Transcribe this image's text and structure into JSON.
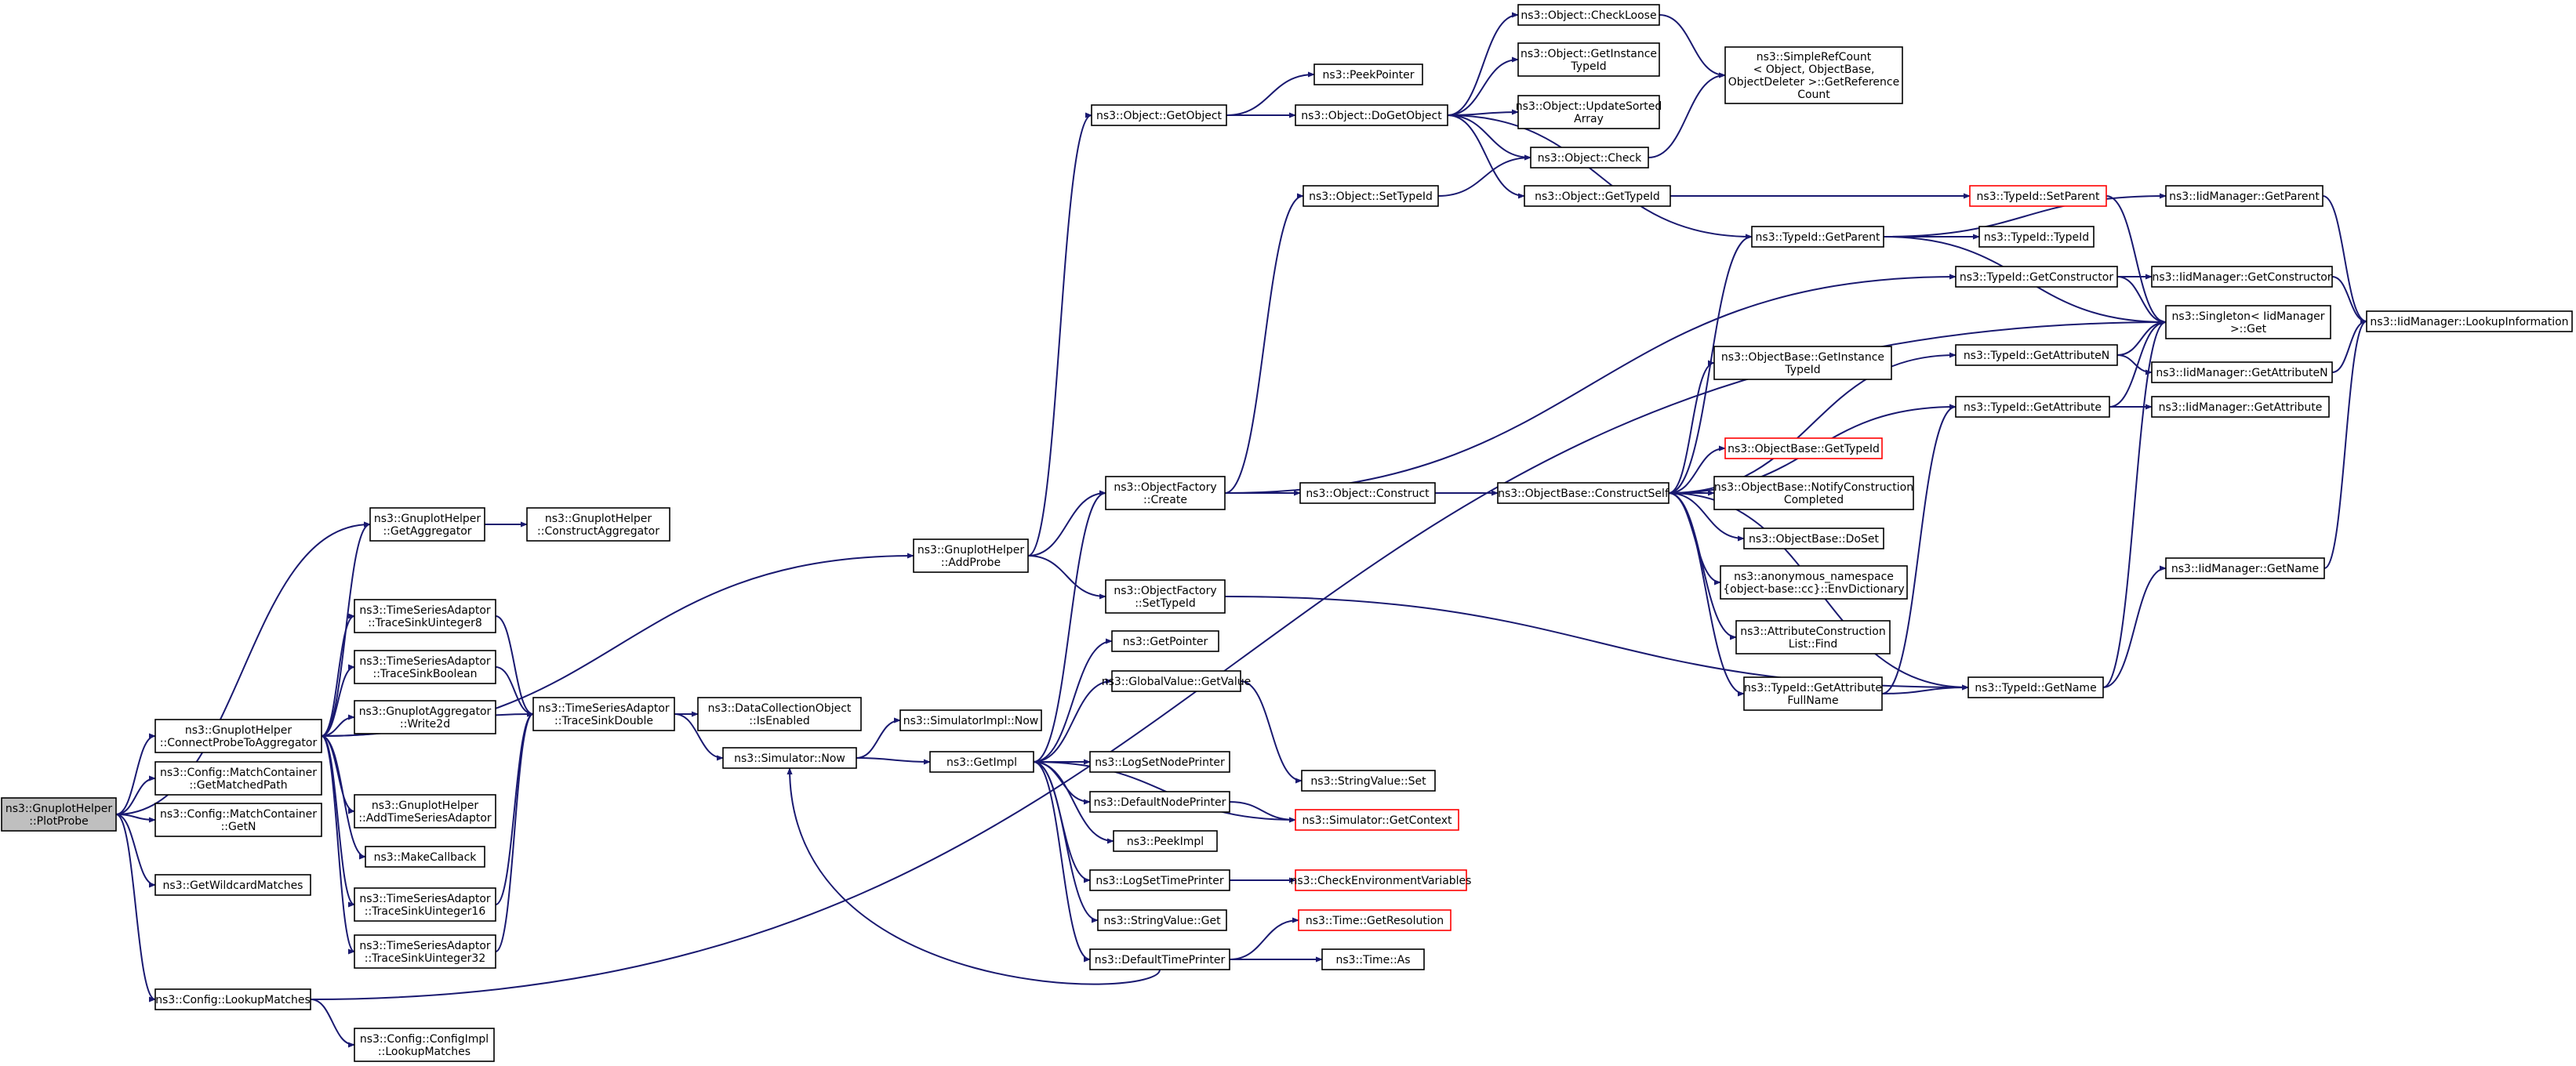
{
  "colors": {
    "edge": "#191970",
    "box_border": "#000000",
    "red_border": "#ff0000",
    "root_fill": "#bfbfbf",
    "background": "#ffffff"
  },
  "nodes": [
    {
      "id": "plotprobe",
      "lines": [
        "ns3::GnuplotHelper",
        "::PlotProbe"
      ],
      "style": "root"
    },
    {
      "id": "connectprobe",
      "lines": [
        "ns3::GnuplotHelper",
        "::ConnectProbeToAggregator"
      ]
    },
    {
      "id": "getmatchedpath",
      "lines": [
        "ns3::Config::MatchContainer",
        "::GetMatchedPath"
      ]
    },
    {
      "id": "getn",
      "lines": [
        "ns3::Config::MatchContainer",
        "::GetN"
      ]
    },
    {
      "id": "getwildcard",
      "lines": [
        "ns3::GetWildcardMatches"
      ]
    },
    {
      "id": "lookupmatches",
      "lines": [
        "ns3::Config::LookupMatches"
      ]
    },
    {
      "id": "configimpl",
      "lines": [
        "ns3::Config::ConfigImpl",
        "::LookupMatches"
      ]
    },
    {
      "id": "getaggregator",
      "lines": [
        "ns3::GnuplotHelper",
        "::GetAggregator"
      ]
    },
    {
      "id": "constructaggregator",
      "lines": [
        "ns3::GnuplotHelper",
        "::ConstructAggregator"
      ]
    },
    {
      "id": "sinkuint8",
      "lines": [
        "ns3::TimeSeriesAdaptor",
        "::TraceSinkUinteger8"
      ]
    },
    {
      "id": "sinkbool",
      "lines": [
        "ns3::TimeSeriesAdaptor",
        "::TraceSinkBoolean"
      ]
    },
    {
      "id": "write2d",
      "lines": [
        "ns3::GnuplotAggregator",
        "::Write2d"
      ]
    },
    {
      "id": "addtimeseries",
      "lines": [
        "ns3::GnuplotHelper",
        "::AddTimeSeriesAdaptor"
      ]
    },
    {
      "id": "makecallback",
      "lines": [
        "ns3::MakeCallback"
      ]
    },
    {
      "id": "sinkuint16",
      "lines": [
        "ns3::TimeSeriesAdaptor",
        "::TraceSinkUinteger16"
      ]
    },
    {
      "id": "sinkuint32",
      "lines": [
        "ns3::TimeSeriesAdaptor",
        "::TraceSinkUinteger32"
      ]
    },
    {
      "id": "sinkdouble",
      "lines": [
        "ns3::TimeSeriesAdaptor",
        "::TraceSinkDouble"
      ]
    },
    {
      "id": "isenabled",
      "lines": [
        "ns3::DataCollectionObject",
        "::IsEnabled"
      ]
    },
    {
      "id": "simnow",
      "lines": [
        "ns3::Simulator::Now"
      ]
    },
    {
      "id": "simimplnow",
      "lines": [
        "ns3::SimulatorImpl::Now"
      ]
    },
    {
      "id": "addprobe",
      "lines": [
        "ns3::GnuplotHelper",
        "::AddProbe"
      ]
    },
    {
      "id": "getobject",
      "lines": [
        "ns3::Object::GetObject"
      ]
    },
    {
      "id": "peekpointer",
      "lines": [
        "ns3::PeekPointer"
      ]
    },
    {
      "id": "dogetobject",
      "lines": [
        "ns3::Object::DoGetObject"
      ]
    },
    {
      "id": "checkloose",
      "lines": [
        "ns3::Object::CheckLoose"
      ]
    },
    {
      "id": "getinstancetypeid",
      "lines": [
        "ns3::Object::GetInstance",
        "TypeId"
      ]
    },
    {
      "id": "updatesorted",
      "lines": [
        "ns3::Object::UpdateSorted",
        "Array"
      ]
    },
    {
      "id": "simplerefcount",
      "lines": [
        "ns3::SimpleRefCount",
        "< Object, ObjectBase,",
        "ObjectDeleter >::GetReference",
        "Count"
      ]
    },
    {
      "id": "objcheck",
      "lines": [
        "ns3::Object::Check"
      ]
    },
    {
      "id": "objgettypeid",
      "lines": [
        "ns3::Object::GetTypeId"
      ]
    },
    {
      "id": "settypeid",
      "lines": [
        "ns3::Object::SetTypeId"
      ]
    },
    {
      "id": "factorycreate",
      "lines": [
        "ns3::ObjectFactory",
        "::Create"
      ]
    },
    {
      "id": "factorysettypeid",
      "lines": [
        "ns3::ObjectFactory",
        "::SetTypeId"
      ]
    },
    {
      "id": "objconstruct",
      "lines": [
        "ns3::Object::Construct"
      ]
    },
    {
      "id": "constructself",
      "lines": [
        "ns3::ObjectBase::ConstructSelf"
      ]
    },
    {
      "id": "getpointer",
      "lines": [
        "ns3::GetPointer"
      ]
    },
    {
      "id": "globalgetvalue",
      "lines": [
        "ns3::GlobalValue::GetValue"
      ]
    },
    {
      "id": "stringvalueset",
      "lines": [
        "ns3::StringValue::Set"
      ]
    },
    {
      "id": "getimpl",
      "lines": [
        "ns3::GetImpl"
      ]
    },
    {
      "id": "logsetnodeprinter",
      "lines": [
        "ns3::LogSetNodePrinter"
      ]
    },
    {
      "id": "defaultnodeprinter",
      "lines": [
        "ns3::DefaultNodePrinter"
      ]
    },
    {
      "id": "getcontext",
      "lines": [
        "ns3::Simulator::GetContext"
      ],
      "style": "red"
    },
    {
      "id": "peekimpl",
      "lines": [
        "ns3::PeekImpl"
      ]
    },
    {
      "id": "logsettimeprinter",
      "lines": [
        "ns3::LogSetTimePrinter"
      ]
    },
    {
      "id": "checkenv",
      "lines": [
        "ns3::CheckEnvironmentVariables"
      ],
      "style": "red"
    },
    {
      "id": "stringvalueget",
      "lines": [
        "ns3::StringValue::Get"
      ]
    },
    {
      "id": "defaulttimeprinter",
      "lines": [
        "ns3::DefaultTimePrinter"
      ]
    },
    {
      "id": "getresolution",
      "lines": [
        "ns3::Time::GetResolution"
      ],
      "style": "red"
    },
    {
      "id": "timeas",
      "lines": [
        "ns3::Time::As"
      ]
    },
    {
      "id": "typeidgetparent",
      "lines": [
        "ns3::TypeId::GetParent"
      ]
    },
    {
      "id": "typeidsetparent",
      "lines": [
        "ns3::TypeId::SetParent"
      ],
      "style": "red"
    },
    {
      "id": "typeidtypeid",
      "lines": [
        "ns3::TypeId::TypeId"
      ]
    },
    {
      "id": "typeidgetconstructor",
      "lines": [
        "ns3::TypeId::GetConstructor"
      ]
    },
    {
      "id": "typeidgetattributen",
      "lines": [
        "ns3::TypeId::GetAttributeN"
      ]
    },
    {
      "id": "typeidgetattribute",
      "lines": [
        "ns3::TypeId::GetAttribute"
      ]
    },
    {
      "id": "objbasegetinstance",
      "lines": [
        "ns3::ObjectBase::GetInstance",
        "TypeId"
      ]
    },
    {
      "id": "objbasegettypeid",
      "lines": [
        "ns3::ObjectBase::GetTypeId"
      ],
      "style": "red"
    },
    {
      "id": "notifyconstruction",
      "lines": [
        "ns3::ObjectBase::NotifyConstruction",
        "Completed"
      ]
    },
    {
      "id": "doset",
      "lines": [
        "ns3::ObjectBase::DoSet"
      ]
    },
    {
      "id": "envdictionary",
      "lines": [
        "ns3::anonymous_namespace",
        "{object-base::cc}::EnvDictionary"
      ]
    },
    {
      "id": "attrconstructfind",
      "lines": [
        "ns3::AttributeConstruction",
        "List::Find"
      ]
    },
    {
      "id": "getattributefullname",
      "lines": [
        "ns3::TypeId::GetAttribute",
        "FullName"
      ]
    },
    {
      "id": "typeidgetname",
      "lines": [
        "ns3::TypeId::GetName"
      ]
    },
    {
      "id": "singletonget",
      "lines": [
        "ns3::Singleton< IidManager",
        ">::Get"
      ]
    },
    {
      "id": "iidgetparent",
      "lines": [
        "ns3::IidManager::GetParent"
      ]
    },
    {
      "id": "iidgetconstructor",
      "lines": [
        "ns3::IidManager::GetConstructor"
      ]
    },
    {
      "id": "iidgetattributen",
      "lines": [
        "ns3::IidManager::GetAttributeN"
      ]
    },
    {
      "id": "iidgetattribute",
      "lines": [
        "ns3::IidManager::GetAttribute"
      ]
    },
    {
      "id": "iidgetname",
      "lines": [
        "ns3::IidManager::GetName"
      ]
    },
    {
      "id": "lookupinformation",
      "lines": [
        "ns3::IidManager::LookupInformation"
      ]
    }
  ]
}
